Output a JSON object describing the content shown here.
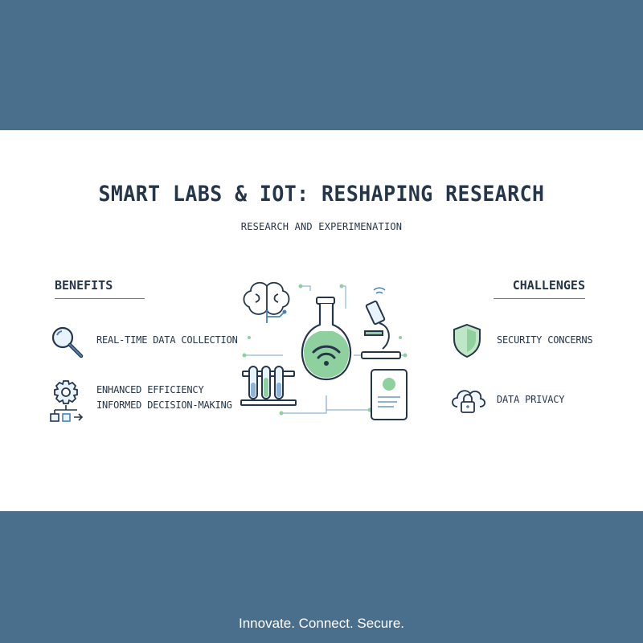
{
  "header": {
    "title": "SMART LABS & IOT: RESHAPING RESEARCH",
    "subtitle": "RESEARCH AND EXPERIMENATION"
  },
  "benefits": {
    "heading": "BENEFITS",
    "items": [
      {
        "label": "REAL-TIME DATA COLLECTION",
        "icon": "magnifier-icon"
      },
      {
        "label_line1": "ENHANCED EFFICIENCY",
        "label_line2": "INFORMED DECISION-MAKING",
        "icon": "gear-flowchart-icon"
      }
    ]
  },
  "challenges": {
    "heading": "CHALLENGES",
    "items": [
      {
        "label": "SECURITY CONCERNS",
        "icon": "shield-icon"
      },
      {
        "label": "DATA PRIVACY",
        "icon": "cloud-lock-icon"
      }
    ]
  },
  "illustration": {
    "icons": [
      "brain-icon",
      "flask-wifi-icon",
      "microscope-icon",
      "test-tubes-icon",
      "tablet-icon"
    ]
  },
  "footer": {
    "tagline": "Innovate. Connect. Secure."
  },
  "colors": {
    "band": "#4a6f8c",
    "text": "#25364a",
    "accent_green": "#8fd19e",
    "accent_blue": "#4a82b8"
  }
}
